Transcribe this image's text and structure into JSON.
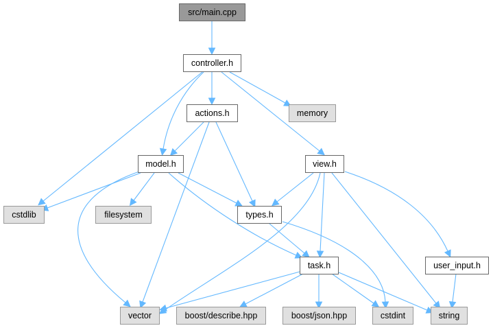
{
  "graph": {
    "colors": {
      "edge": "#63b8ff",
      "root_fill": "#999999",
      "system_fill": "#e0e0e0",
      "local_fill": "#ffffff"
    },
    "nodes": [
      {
        "id": "main",
        "label": "src/main.cpp",
        "kind": "root"
      },
      {
        "id": "controller",
        "label": "controller.h",
        "kind": "local"
      },
      {
        "id": "actions",
        "label": "actions.h",
        "kind": "local"
      },
      {
        "id": "memory",
        "label": "memory",
        "kind": "system"
      },
      {
        "id": "model",
        "label": "model.h",
        "kind": "local"
      },
      {
        "id": "view",
        "label": "view.h",
        "kind": "local"
      },
      {
        "id": "cstdlib",
        "label": "cstdlib",
        "kind": "system"
      },
      {
        "id": "filesystem",
        "label": "filesystem",
        "kind": "system"
      },
      {
        "id": "types",
        "label": "types.h",
        "kind": "local"
      },
      {
        "id": "task",
        "label": "task.h",
        "kind": "local"
      },
      {
        "id": "user_input",
        "label": "user_input.h",
        "kind": "local"
      },
      {
        "id": "vector",
        "label": "vector",
        "kind": "system"
      },
      {
        "id": "describe",
        "label": "boost/describe.hpp",
        "kind": "system"
      },
      {
        "id": "json",
        "label": "boost/json.hpp",
        "kind": "system"
      },
      {
        "id": "cstdint",
        "label": "cstdint",
        "kind": "system"
      },
      {
        "id": "string",
        "label": "string",
        "kind": "system"
      }
    ],
    "edges": [
      [
        "main",
        "controller"
      ],
      [
        "controller",
        "cstdlib"
      ],
      [
        "controller",
        "model"
      ],
      [
        "controller",
        "actions"
      ],
      [
        "controller",
        "memory"
      ],
      [
        "controller",
        "view"
      ],
      [
        "actions",
        "model"
      ],
      [
        "actions",
        "vector"
      ],
      [
        "actions",
        "types"
      ],
      [
        "model",
        "cstdlib"
      ],
      [
        "model",
        "filesystem"
      ],
      [
        "model",
        "vector"
      ],
      [
        "model",
        "types"
      ],
      [
        "model",
        "task"
      ],
      [
        "view",
        "types"
      ],
      [
        "view",
        "vector"
      ],
      [
        "view",
        "task"
      ],
      [
        "view",
        "string"
      ],
      [
        "view",
        "user_input"
      ],
      [
        "types",
        "task"
      ],
      [
        "types",
        "cstdint"
      ],
      [
        "task",
        "vector"
      ],
      [
        "task",
        "describe"
      ],
      [
        "task",
        "json"
      ],
      [
        "task",
        "cstdint"
      ],
      [
        "task",
        "string"
      ],
      [
        "user_input",
        "string"
      ]
    ]
  }
}
